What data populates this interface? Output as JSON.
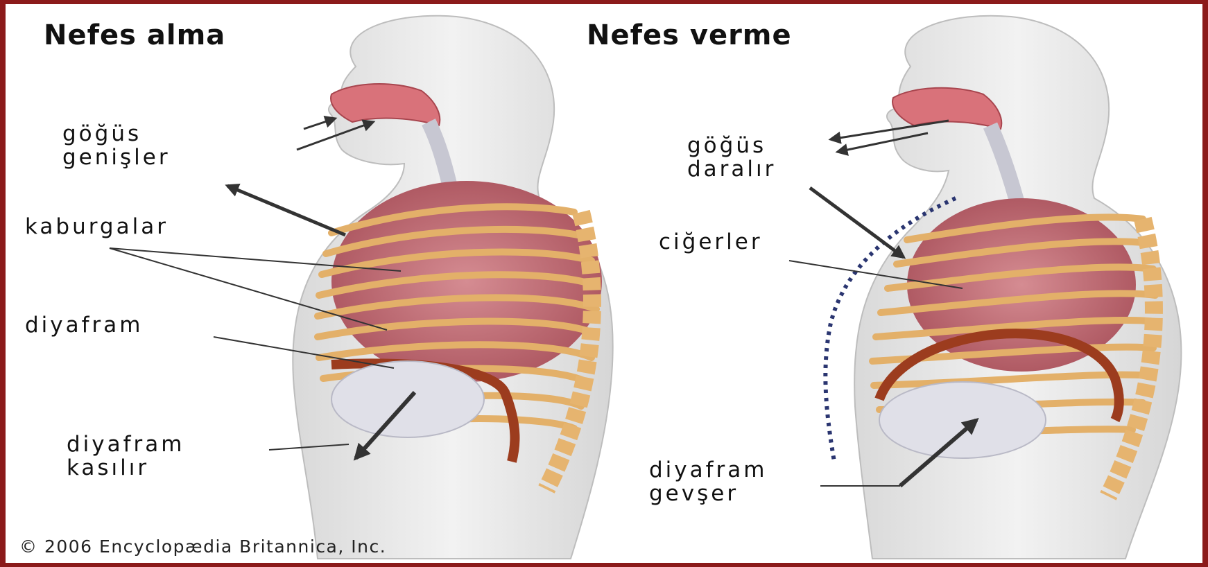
{
  "panels": {
    "inhale": {
      "title": "Nefes alma",
      "labels": {
        "chest": [
          "göğüs",
          "genişler"
        ],
        "ribs": "kaburgalar",
        "diaphragm": "diyafram",
        "diaphragm_action": [
          "diyafram",
          "kasılır"
        ]
      }
    },
    "exhale": {
      "title": "Nefes verme",
      "labels": {
        "chest": [
          "göğüs",
          "daralır"
        ],
        "lungs": "ciğerler",
        "diaphragm_action": [
          "diyafram",
          "gevşer"
        ]
      }
    }
  },
  "copyright": "© 2006 Encyclopædia Britannica, Inc.",
  "colors": {
    "frame": "#8b1a1a",
    "body": "#e9e9e9",
    "ribs": "#e3b069",
    "lung": "#b9636c",
    "diaphragm": "#9c3c1e",
    "arrow": "#333333"
  }
}
